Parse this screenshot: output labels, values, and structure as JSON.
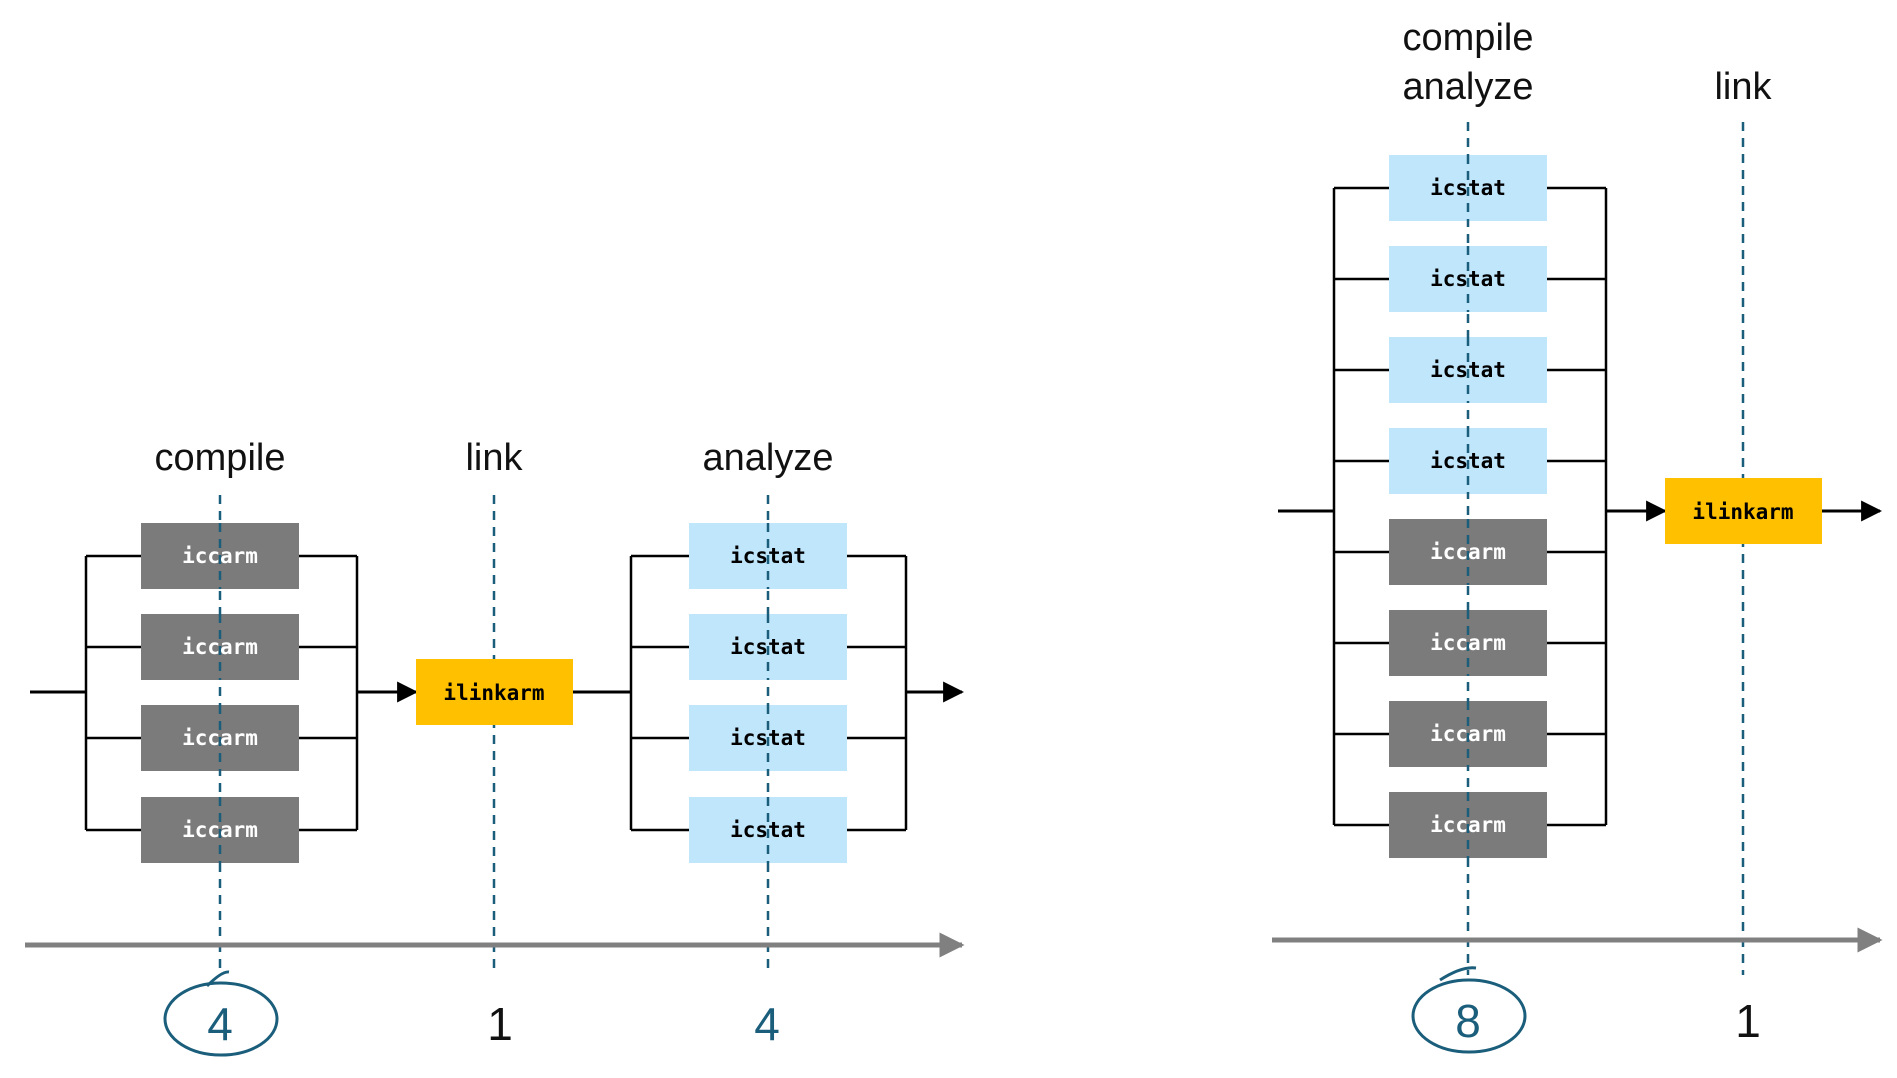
{
  "colors": {
    "compile_box": "#7b7b7b",
    "analyze_box": "#bfe6fb",
    "link_box": "#ffc000",
    "dashed_line": "#1b5e7b",
    "timeline": "#808080",
    "count_accent": "#1b5e7b"
  },
  "left": {
    "stages": {
      "compile": "compile",
      "link": "link",
      "analyze": "analyze"
    },
    "compile_boxes": [
      "iccarm",
      "iccarm",
      "iccarm",
      "iccarm"
    ],
    "link_box": "ilinkarm",
    "analyze_boxes": [
      "icstat",
      "icstat",
      "icstat",
      "icstat"
    ],
    "counts": {
      "compile": "4",
      "link": "1",
      "analyze": "4"
    }
  },
  "right": {
    "stages": {
      "compile_line1": "compile",
      "compile_line2": "analyze",
      "link": "link"
    },
    "parallel_boxes": [
      {
        "label": "icstat",
        "kind": "analyze"
      },
      {
        "label": "icstat",
        "kind": "analyze"
      },
      {
        "label": "icstat",
        "kind": "analyze"
      },
      {
        "label": "icstat",
        "kind": "analyze"
      },
      {
        "label": "iccarm",
        "kind": "compile"
      },
      {
        "label": "iccarm",
        "kind": "compile"
      },
      {
        "label": "iccarm",
        "kind": "compile"
      },
      {
        "label": "iccarm",
        "kind": "compile"
      }
    ],
    "link_box": "ilinkarm",
    "counts": {
      "compile_analyze": "8",
      "link": "1"
    }
  }
}
